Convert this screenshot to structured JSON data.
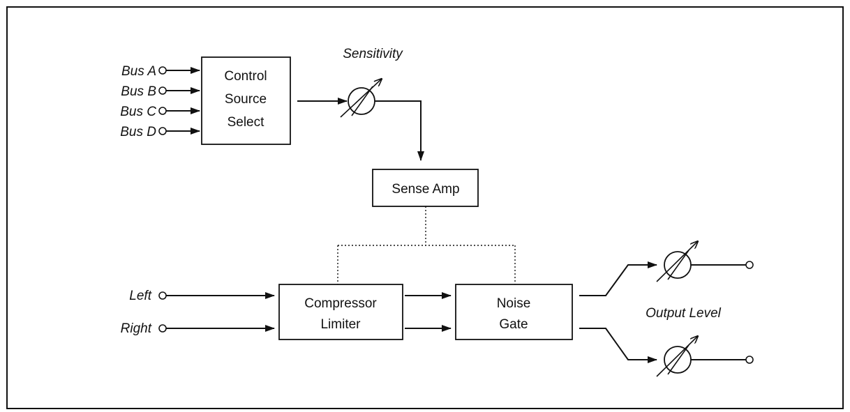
{
  "inputs": {
    "bus_a": "Bus A",
    "bus_b": "Bus B",
    "bus_c": "Bus C",
    "bus_d": "Bus D",
    "left": "Left",
    "right": "Right"
  },
  "blocks": {
    "control_source_select": [
      "Control",
      "Source",
      "Select"
    ],
    "sense_amp": "Sense Amp",
    "compressor_limiter": [
      "Compressor",
      "Limiter"
    ],
    "noise_gate": [
      "Noise",
      "Gate"
    ]
  },
  "controls": {
    "sensitivity": "Sensitivity",
    "output_level": "Output Level"
  }
}
